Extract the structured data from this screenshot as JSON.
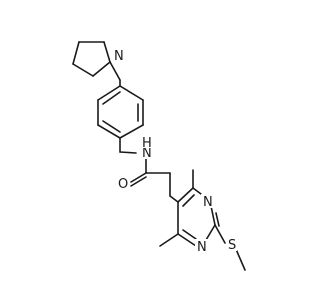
{
  "molecule": {
    "atom_labels": {
      "pyrrolidine_n": "N",
      "amide_n": "N",
      "amide_h": "H",
      "carbonyl_o": "O",
      "pyrimidine_n_upper": "N",
      "pyrimidine_n_lower": "N",
      "sulfur": "S"
    },
    "colors": {
      "bond": "#1a1a1a",
      "label": "#1a1a1a",
      "background": "#ffffff"
    }
  }
}
